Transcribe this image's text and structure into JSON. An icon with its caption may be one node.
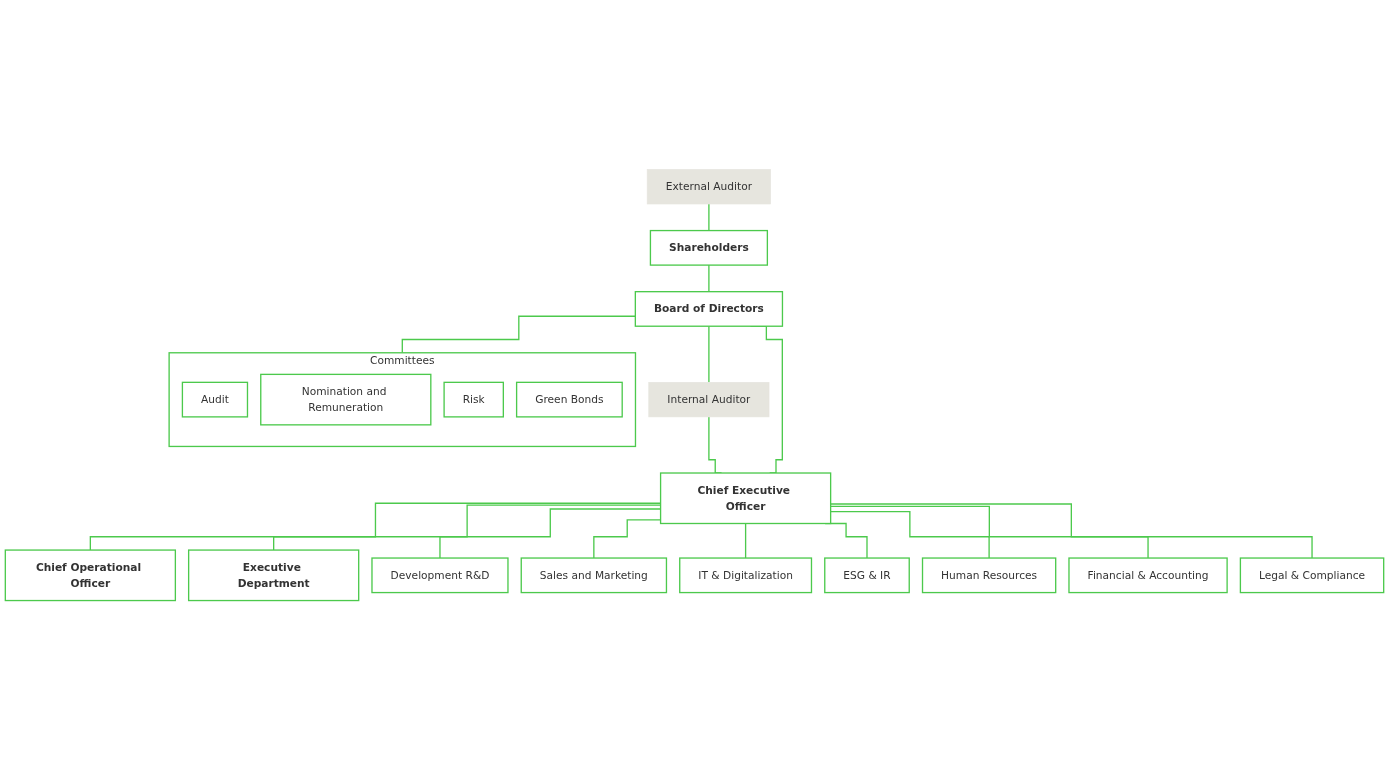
{
  "diagram": {
    "nodes": [
      {
        "text": [
          "External Auditor"
        ]
      },
      {
        "text": [
          "Shareholders"
        ]
      },
      {
        "text": [
          "Board of Directors"
        ]
      },
      {
        "text": [
          "Committees"
        ]
      },
      {
        "text": [
          "Audit"
        ],
        "in": 3
      },
      {
        "text": [
          "Nomination and Remuneration"
        ],
        "in": 3
      },
      {
        "text": [
          "Risk"
        ],
        "in": 3
      },
      {
        "text": [
          "Green Bonds"
        ],
        "in": 3
      },
      {
        "text": [
          "Internal Auditor"
        ]
      },
      {
        "text": [
          "Chief Executive Officer"
        ]
      },
      {
        "text": [
          "Chief Operational Officer"
        ]
      },
      {
        "text": [
          "Executive Department"
        ]
      },
      {
        "text": [
          "Development R&D"
        ]
      },
      {
        "text": [
          "Sales and Marketing"
        ]
      },
      {
        "text": [
          "IT & Digitalization"
        ]
      },
      {
        "text": [
          "ESG & IR"
        ]
      },
      {
        "text": [
          "Human Resources"
        ]
      },
      {
        "text": [
          "Financial & Accounting"
        ]
      },
      {
        "text": [
          "Legal & Compliance"
        ]
      }
    ],
    "edges": [
      {
        "from": 0,
        "to": 1,
        "arrow": "none"
      },
      {
        "from": 1,
        "to": 2,
        "arrow": "none"
      },
      {
        "from": 2,
        "to": 3,
        "arrow": "none"
      },
      {
        "from": 2,
        "to": 8,
        "arrow": "none"
      },
      {
        "from": 8,
        "to": 9,
        "arrow": "none"
      },
      {
        "from": 2,
        "to": 9,
        "arrow": "none"
      },
      {
        "from": 9,
        "to": 10,
        "arrow": "none"
      },
      {
        "from": 9,
        "to": 11,
        "arrow": "none"
      },
      {
        "from": 9,
        "to": 12,
        "arrow": "none"
      },
      {
        "from": 9,
        "to": 13,
        "arrow": "none"
      },
      {
        "from": 9,
        "to": 14,
        "arrow": "none"
      },
      {
        "from": 9,
        "to": 15,
        "arrow": "none"
      },
      {
        "from": 9,
        "to": 16,
        "arrow": "none"
      },
      {
        "from": 9,
        "to": 17,
        "arrow": "none"
      },
      {
        "from": 9,
        "to": 18,
        "arrow": "none"
      }
    ]
  }
}
